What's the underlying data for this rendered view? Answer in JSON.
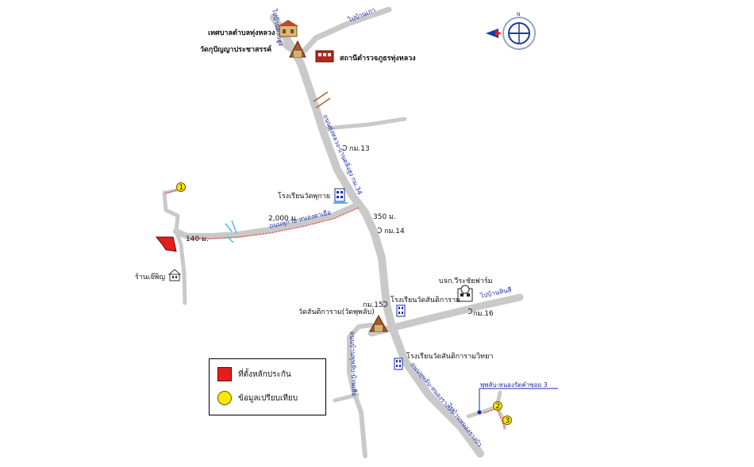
{
  "places": {
    "subdistrict_office": "เทศบาลตำบลทุ่งหลวง",
    "temple_kut": "วัดกุปัญญาประชาสรรค์",
    "police": "สถานีตำรวจภูธรทุ่งหลวง",
    "school_temple_phukhai": "โรงเรียนวัดพุกาย",
    "shop": "ร้านเจ๊พิญ",
    "company": "บจก.วีระชัยฟาร์ม",
    "school_santitharam": "โรงเรียนวัดสันติการาม",
    "temple_santitharam": "วัดสันติการาม(วัดพุพลับ)",
    "school_santitharam_withaya": "โรงเรียนวัดสันติการามวิทยา"
  },
  "km_markers": {
    "km13": "กม.13",
    "km14": "กม.14",
    "km15": "กม.15",
    "km16": "กม.16"
  },
  "distances": {
    "d2000": "2,000 ม.",
    "d350": "350 ม.",
    "d140": "140 ม."
  },
  "road_labels": {
    "main_road": "ถนนทุ่งหลวง-บ้านตลิ่งสูง กม.34",
    "phukhai_road": "ถนนพุกาย-หนองตาเยือ",
    "phuphlap_road": "ถนนพุพลับ-หนองรางบัว",
    "left_road": "ถนนบ้านพุพลับ-บ้านเสือ",
    "dir_top_left": "ไปบ้านตลิ่งสูง",
    "dir_top_right": "ไปบ้านเกา",
    "dir_right": "ไปบ้านหินสี",
    "dir_bottom": "ไปบ้านหนองรางบัว",
    "callout": "พุพลับ-หนองรัตคำซอย 3"
  },
  "points": {
    "p1": "1",
    "p2": "2",
    "p3": "3"
  },
  "legend": {
    "marker_label": "ที่ตั้งหลักประกัน",
    "point_label": "ข้อมูลเปรียบเทียบ"
  },
  "colors": {
    "road": "#c9c9c9",
    "route": "#ff3b3b",
    "label_blue": "#1a2aa8",
    "marker_red": "#e41d1d",
    "point_yellow": "#ffe800"
  }
}
